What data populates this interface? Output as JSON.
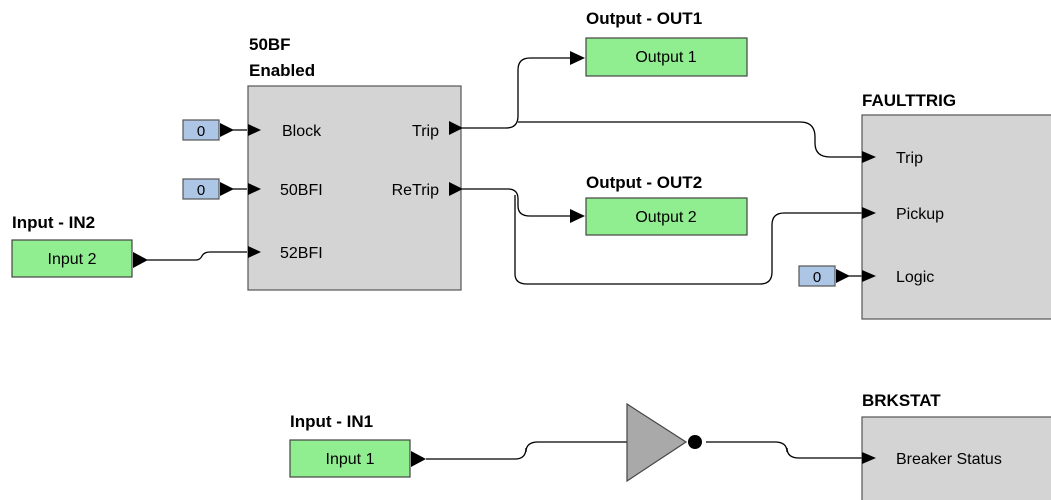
{
  "blocks": {
    "bf50": {
      "title_line1": "50BF",
      "title_line2": "Enabled",
      "inputs": [
        "Block",
        "50BFI",
        "52BFI"
      ],
      "outputs": [
        "Trip",
        "ReTrip"
      ]
    },
    "faulttrig": {
      "title": "FAULTTRIG",
      "inputs": [
        "Trip",
        "Pickup",
        "Logic"
      ]
    },
    "brkstat": {
      "title": "BRKSTAT",
      "inputs": [
        "Breaker Status"
      ]
    }
  },
  "constants": {
    "block": "0",
    "bfi50": "0",
    "logic": "0"
  },
  "inputs": {
    "in2": {
      "title": "Input - IN2",
      "label": "Input 2"
    },
    "in1": {
      "title": "Input - IN1",
      "label": "Input 1"
    }
  },
  "outputs": {
    "out1": {
      "title": "Output - OUT1",
      "label": "Output 1"
    },
    "out2": {
      "title": "Output - OUT2",
      "label": "Output 2"
    }
  },
  "colors": {
    "block_fill": "#d4d4d4",
    "io_fill": "#90ee90",
    "const_fill": "#aec6e6",
    "wire": "#000000"
  }
}
